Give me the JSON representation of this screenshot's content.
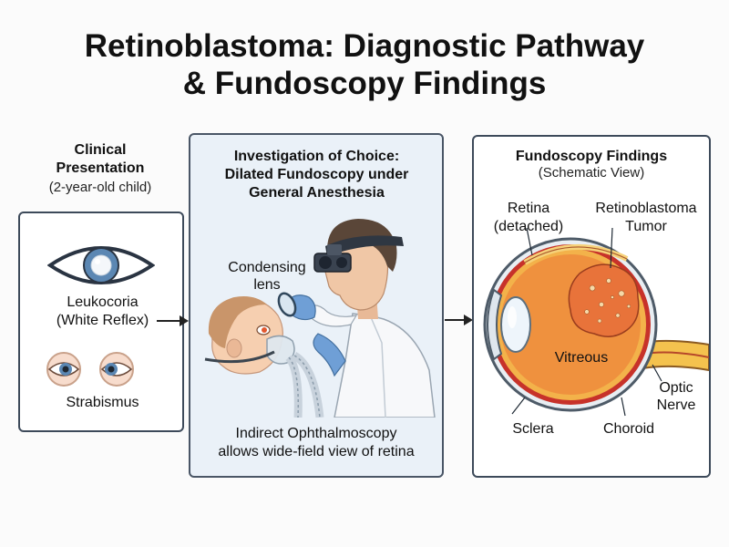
{
  "title": {
    "line1": "Retinoblastoma: Diagnostic Pathway",
    "line2": "& Fundoscopy Findings"
  },
  "clinical": {
    "heading_line1": "Clinical",
    "heading_line2": "Presentation",
    "subheading": "(2-year-old child)",
    "leukocoria_line1": "Leukocoria",
    "leukocoria_line2": "(White Reflex)",
    "strabismus": "Strabismus"
  },
  "investigation": {
    "heading_line1": "Investigation of Choice:",
    "heading_line2": "Dilated Fundoscopy under",
    "heading_line3": "General Anesthesia",
    "lens_line1": "Condensing",
    "lens_line2": "lens",
    "caption_line1": "Indirect Ophthalmoscopy",
    "caption_line2": "allows wide-field view of retina"
  },
  "fundoscopy": {
    "heading": "Fundoscopy Findings",
    "subheading": "(Schematic View)",
    "retina_line1": "Retina",
    "retina_line2": "(detached)",
    "tumor_line1": "Retinoblastoma",
    "tumor_line2": "Tumor",
    "vitreous": "Vitreous",
    "optic_line1": "Optic",
    "optic_line2": "Nerve",
    "sclera": "Sclera",
    "choroid": "Choroid"
  },
  "colors": {
    "iris": "#5b87b3",
    "border": "#3d4a5a",
    "panel_bg": "#eaf1f8",
    "eye_orange": "#f2a14a",
    "tumor": "#e8733a"
  }
}
